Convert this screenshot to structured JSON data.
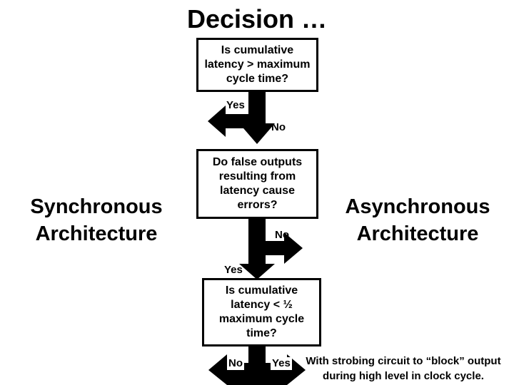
{
  "title": "Decision …",
  "questions": [
    "Is cumulative\nlatency > maximum\ncycle time?",
    "Do false outputs\nresulting from\nlatency cause\nerrors?",
    "Is cumulative\nlatency < ½\nmaximum cycle\ntime?"
  ],
  "branch_labels": {
    "q1_yes": "Yes",
    "q1_no": "No",
    "q2_no": "No",
    "q2_yes": "Yes",
    "q3_no": "No",
    "q3_yes": "Yes"
  },
  "side_labels": {
    "left": "Synchronous\nArchitecture",
    "right": "Asynchronous\nArchitecture"
  },
  "note": "With strobing circuit to “block” output\nduring high level in clock cycle."
}
